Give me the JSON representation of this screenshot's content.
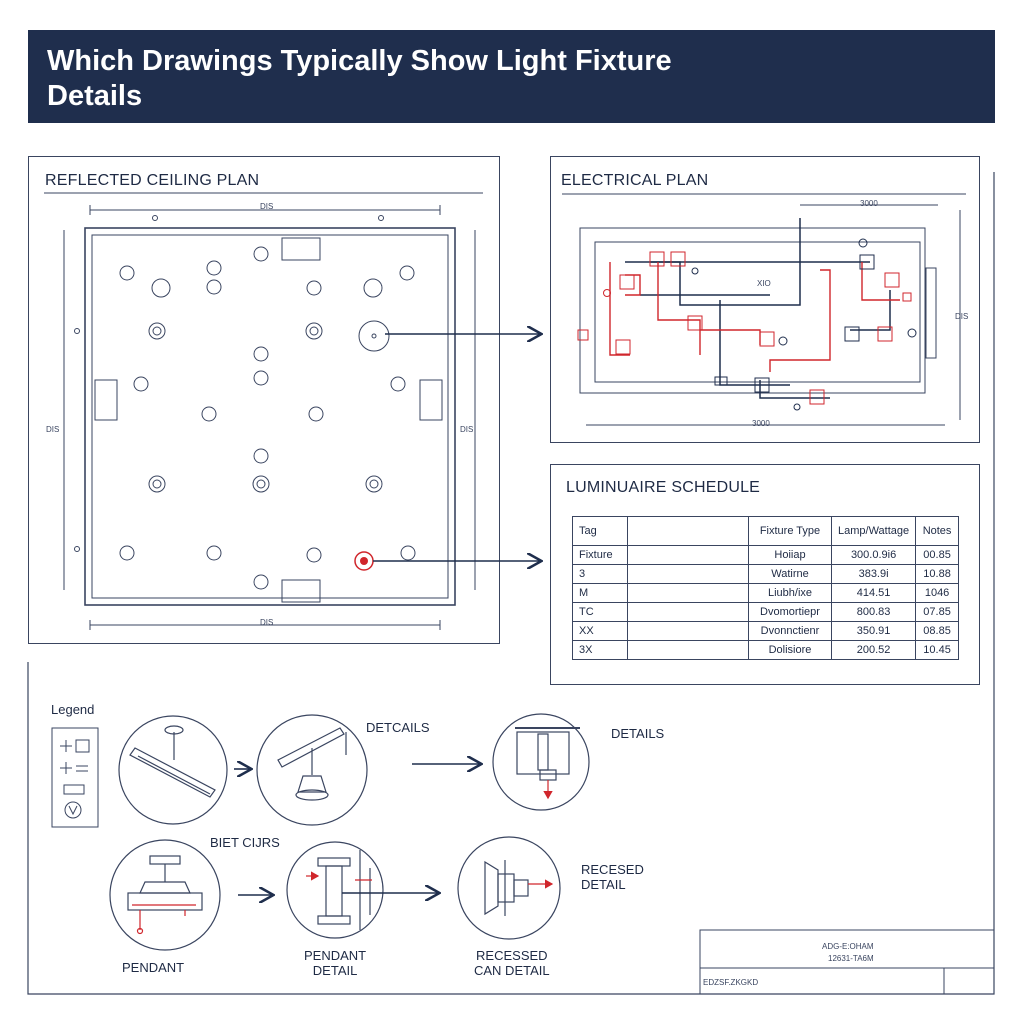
{
  "header": {
    "title": "Which Drawings Typically Show Light Fixture Details"
  },
  "rcp": {
    "title": "REFLECTED CEILING PLAN",
    "dim_top": "DIS",
    "dim_bottom": "DIS",
    "dim_left": "DIS",
    "dim_right": "DIS"
  },
  "electrical": {
    "title": "ELECTRICAL PLAN",
    "dim_top": "3000",
    "dim_bottom": "3000",
    "dim_right": "DIS",
    "label_mid": "XIO"
  },
  "schedule": {
    "title": "LUMINUAIRE SCHEDULE",
    "headers": [
      "Tag",
      "",
      "Fixture Type",
      "Lamp/Wattage",
      "Notes"
    ],
    "rows": [
      [
        "Fixture",
        "",
        "Hoiiap",
        "300.0.9i6",
        "00.85"
      ],
      [
        "3",
        "",
        "Watirne",
        "383.9i",
        "10.88"
      ],
      [
        "M",
        "",
        "Liubh/ixe",
        "414.51",
        "1046"
      ],
      [
        "TC",
        "",
        "Dvomortiepr",
        "800.83",
        "07.85"
      ],
      [
        "XX",
        "",
        "Dvonnctienr",
        "350.91",
        "08.85"
      ],
      [
        "3X",
        "",
        "Dolisiore",
        "200.52",
        "10.45"
      ]
    ]
  },
  "details": {
    "legend": "Legend",
    "label_a": "DETCAILS",
    "label_b": "DETAILS",
    "label_c": "BIET CIJRS",
    "label_d": "RECESED\nDETAIL",
    "pendant": "PENDANT",
    "pendant_detail": "PENDANT\nDETAIL",
    "recessed_can": "RECESSED\nCAN DETAIL"
  },
  "titleblock": {
    "line1": "ADG-E:OHAM",
    "line2": "12631-TA6M",
    "line3": "EDZSF.ZKGKD"
  },
  "colors": {
    "navy": "#1f2e4d",
    "accent_red": "#d0262c",
    "line": "#3a4560"
  }
}
